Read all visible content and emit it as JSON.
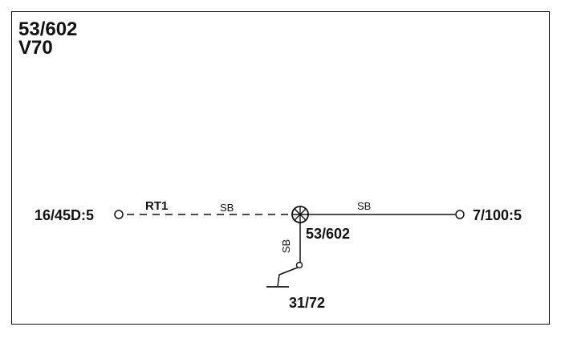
{
  "header": {
    "code": "53/602",
    "model": "V70"
  },
  "connectors": {
    "left": "16/45D:5",
    "right": "7/100:5",
    "ground": "31/72"
  },
  "splice": {
    "label": "53/602"
  },
  "wires": {
    "left_color_1": "RT1",
    "left_color_2": "SB",
    "right_color": "SB",
    "down_color": "SB"
  }
}
